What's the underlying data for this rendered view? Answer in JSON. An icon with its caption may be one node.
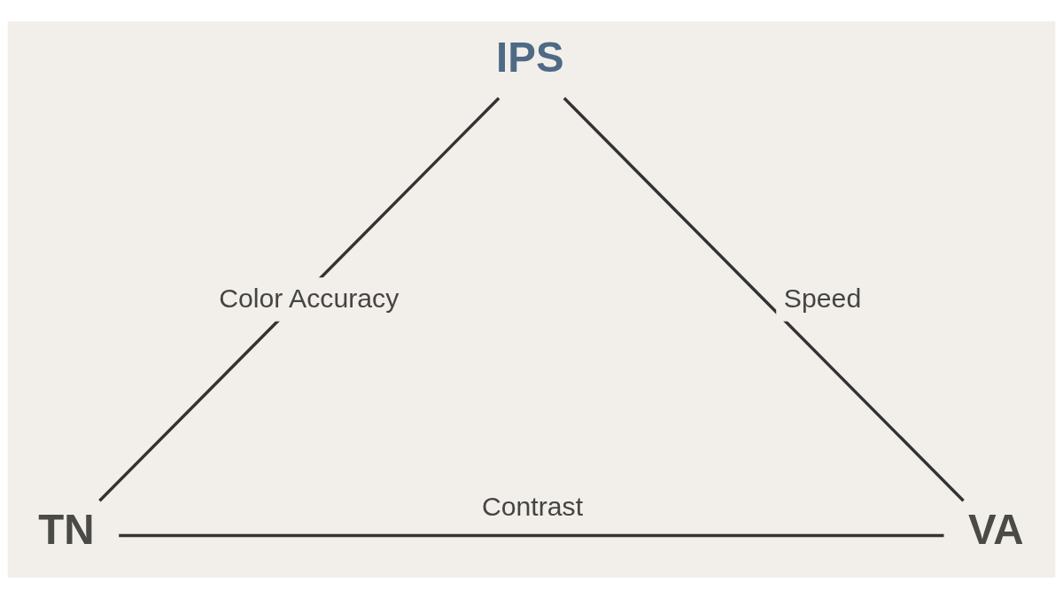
{
  "diagram": {
    "nodes": [
      {
        "text": [
          "IPS"
        ]
      },
      {
        "text": [
          "TN"
        ]
      },
      {
        "text": [
          "VA"
        ]
      }
    ],
    "edges": [
      {
        "from": 0,
        "to": 1,
        "arrow": "none",
        "label": "Color Accuracy"
      },
      {
        "from": 0,
        "to": 2,
        "arrow": "none",
        "label": "Speed"
      },
      {
        "from": 1,
        "to": 2,
        "arrow": "none",
        "label": "Contrast"
      }
    ]
  }
}
